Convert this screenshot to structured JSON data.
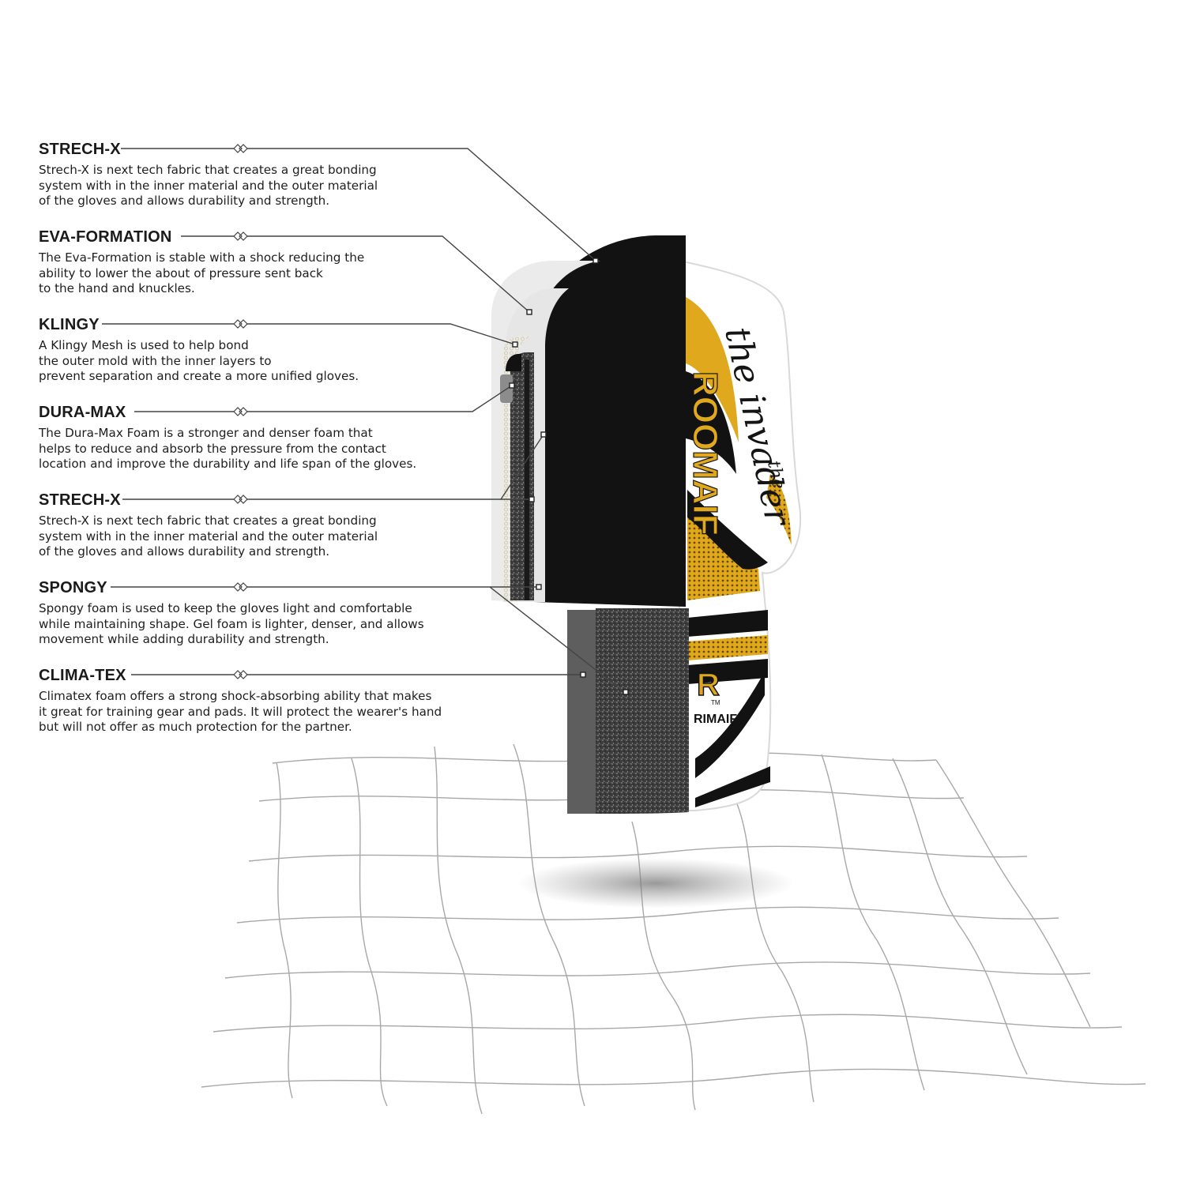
{
  "callouts": [
    {
      "title": "STRECH-X",
      "description": "Strech-X is next tech fabric that creates a great bonding\nsystem with in the inner material and the outer material\nof the gloves and allows durability and strength."
    },
    {
      "title": "EVA-FORMATION",
      "description": "The Eva-Formation is stable with a shock reducing the\nability to lower the about of pressure sent back\nto the hand and knuckles."
    },
    {
      "title": "KLINGY",
      "description": "A Klingy Mesh is used to help bond\nthe outer mold with the inner layers to\nprevent separation and create a more unified gloves."
    },
    {
      "title": "DURA-MAX",
      "description": "The Dura-Max Foam is a stronger and denser foam that\nhelps to reduce and absorb the pressure from the contact\nlocation and improve the durability and life span of the gloves."
    },
    {
      "title": "STRECH-X",
      "description": "Strech-X is next tech fabric that creates a great bonding\nsystem with in the inner material and the outer material\nof the gloves and allows durability and strength."
    },
    {
      "title": "SPONGY",
      "description": "Spongy foam is used to keep the gloves light and comfortable\nwhile maintaining shape. Gel foam is lighter, denser, and allows\nmovement while adding durability and strength."
    },
    {
      "title": "CLIMA-TEX",
      "description": "Climatex foam offers a strong shock-absorbing ability that makes\nit great for training gear and pads. It will protect the wearer's hand\nbut will not offer as much protection for the partner."
    }
  ],
  "glove_print": {
    "script": "the invader",
    "brand": "ROOMAIF",
    "brand_lower": "RIMAIF",
    "small_script": "the",
    "logo_letters": "R",
    "trademark": "TM"
  },
  "colors": {
    "accent_gold": "#e0a81c",
    "shell_black": "#121212",
    "foam_grey": "#3a3a3a",
    "leader_line": "#444444",
    "net_line": "#a8a8a8"
  }
}
